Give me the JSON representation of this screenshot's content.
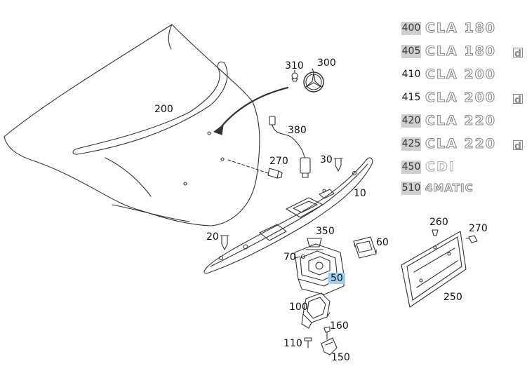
{
  "callouts": {
    "c200": "200",
    "c310": "310",
    "c300": "300",
    "c380": "380",
    "c270a": "270",
    "c30": "30",
    "c10": "10",
    "c20": "20",
    "c350": "350",
    "c60": "60",
    "c70": "70",
    "c50": "50",
    "c100": "100",
    "c160": "160",
    "c110": "110",
    "c150": "150",
    "c260": "260",
    "c270b": "270",
    "c250": "250"
  },
  "emblem_list": [
    {
      "code": "400",
      "label": "CLA 180",
      "suffix": ""
    },
    {
      "code": "405",
      "label": "CLA 180",
      "suffix": "d"
    },
    {
      "code": "410",
      "label": "CLA 200",
      "suffix": ""
    },
    {
      "code": "415",
      "label": "CLA 200",
      "suffix": "d"
    },
    {
      "code": "420",
      "label": "CLA 220",
      "suffix": ""
    },
    {
      "code": "425",
      "label": "CLA 220",
      "suffix": "d"
    },
    {
      "code": "450",
      "label": "CDI",
      "suffix": ""
    },
    {
      "code": "510",
      "label": "4MATIC",
      "suffix": ""
    }
  ],
  "colors": {
    "highlight": "#9ed0ea",
    "badge_grey": "#cfcfcf",
    "line": "#222222",
    "emblem_outline": "#8a8a8a"
  }
}
